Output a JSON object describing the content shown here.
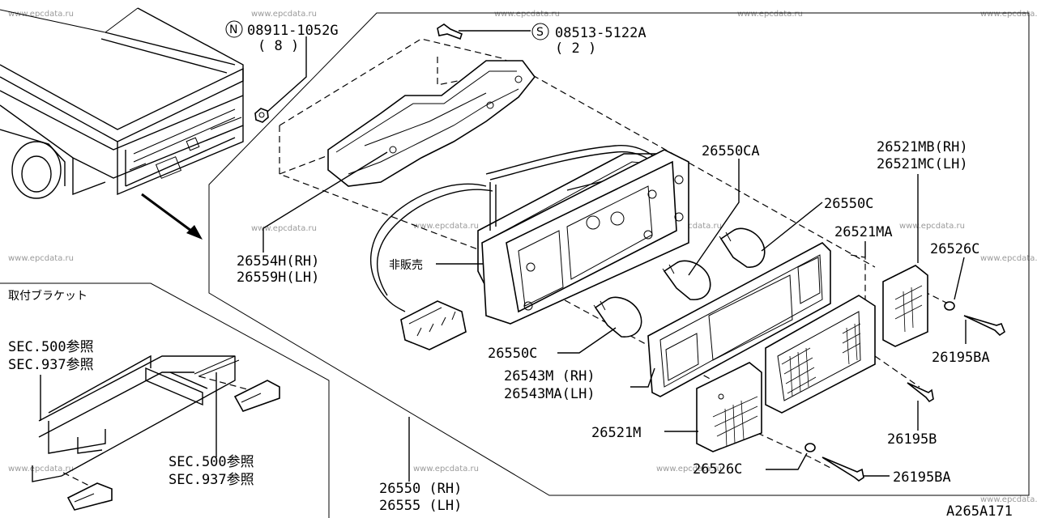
{
  "watermark": "www.epcdata.ru",
  "diagram_id": "A265A171",
  "callouts": {
    "nut_code": "N",
    "nut_part": "08911-1052G",
    "nut_qty": "( 8 )",
    "screw_code": "S",
    "screw_part": "08513-5122A",
    "screw_qty": "( 2 )",
    "housing_rh": "26554H(RH)",
    "housing_lh": "26559H(LH)",
    "harness_note": "非販売",
    "bulb_ca": "26550CA",
    "bulb_c_top": "26550C",
    "bulb_c_left": "26550C",
    "lens_mb": "26521MB(RH)",
    "lens_mc": "26521MC(LH)",
    "lens_ma": "26521MA",
    "washer_top": "26526C",
    "screw_ba_top": "26195BA",
    "screw_b": "26195B",
    "gasket_rh": "26543M (RH)",
    "gasket_lh": "26543MA(LH)",
    "lens_m": "26521M",
    "washer_bottom": "26526C",
    "screw_ba_bottom": "26195BA",
    "assy_rh": "26550 (RH)",
    "assy_lh": "26555 (LH)"
  },
  "bracket_panel": {
    "title": "取付ブラケット",
    "ref_a1": "SEC.500参照",
    "ref_a2": "SEC.937参照",
    "ref_b1": "SEC.500参照",
    "ref_b2": "SEC.937参照"
  }
}
